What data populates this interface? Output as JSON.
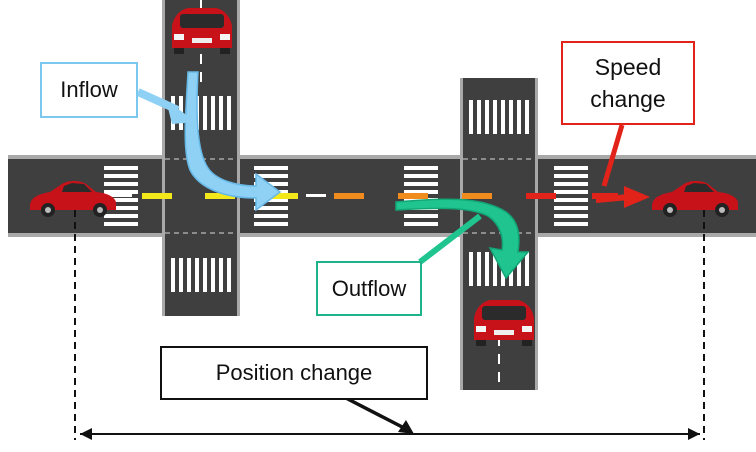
{
  "labels": {
    "inflow": "Inflow",
    "speed_change_line1": "Speed",
    "speed_change_line2": "change",
    "outflow": "Outflow",
    "position_change": "Position change"
  },
  "colors": {
    "road": "#3f3f3f",
    "curb": "#a9a9a9",
    "crosswalk": "#ffffff",
    "inflow_arrow": "#8fd0f5",
    "inflow_border": "#7cc7ee",
    "outflow_arrow": "#1fc48f",
    "outflow_border": "#1fb38b",
    "speed_change": "#e2231a",
    "lane_yellow": "#f3e81a",
    "lane_orange": "#f08c1e",
    "lane_red": "#e2231a",
    "car": "#c8121a"
  },
  "icons": [
    "car-icon",
    "inflow-arrow-icon",
    "outflow-arrow-icon",
    "speed-arrow-icon",
    "position-arrow-icon"
  ]
}
